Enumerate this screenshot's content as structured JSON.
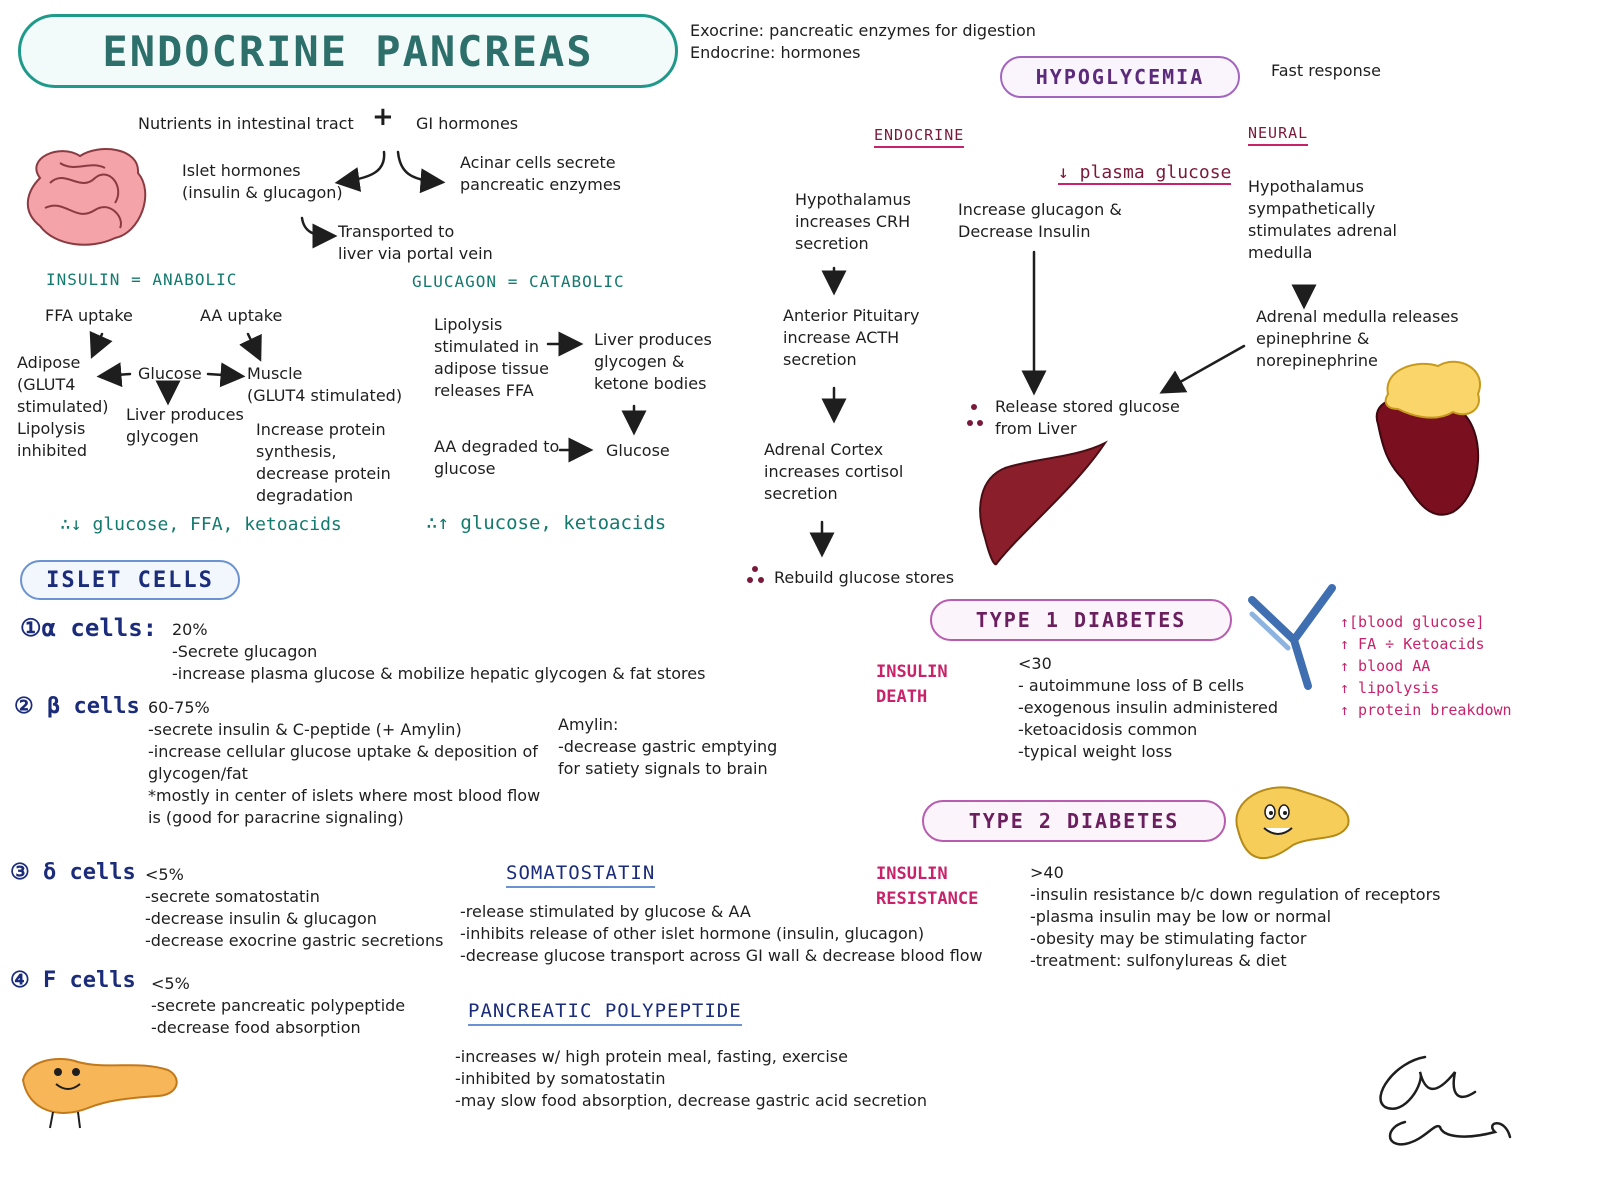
{
  "title": "ENDOCRINE PANCREAS",
  "intro": {
    "exocrine": "Exocrine: pancreatic enzymes for digestion",
    "endocrine": "Endocrine: hormones"
  },
  "flow": {
    "nutrients": "Nutrients in intestinal tract",
    "plus": "+",
    "gi_hormones": "GI hormones",
    "islet_hormones": "Islet hormones\n(insulin & glucagon)",
    "acinar": "Acinar cells secrete\npancreatic enzymes",
    "transported": "Transported to\nliver via portal vein"
  },
  "insulin": {
    "heading": "INSULIN = ANABOLIC",
    "ffa_uptake": "FFA uptake",
    "aa_uptake": "AA uptake",
    "adipose": "Adipose\n(GLUT4\nstimulated)\nLipolysis\ninhibited",
    "glucose": "Glucose",
    "muscle": "Muscle\n(GLUT4 stimulated)",
    "liver": "Liver produces\nglycogen",
    "protein": "Increase protein\nsynthesis,\ndecrease protein\ndegradation",
    "conclusion": "∴↓ glucose, FFA, ketoacids"
  },
  "glucagon": {
    "heading": "GLUCAGON = CATABOLIC",
    "lipolysis": "Lipolysis\nstimulated in\nadipose tissue\nreleases FFA",
    "liver": "Liver produces\nglycogen &\nketone bodies",
    "aa": "AA degraded to\nglucose",
    "glucose": "Glucose",
    "conclusion": "∴↑ glucose, ketoacids"
  },
  "islet": {
    "heading": "ISLET CELLS",
    "alpha": {
      "label": "①α cells:",
      "pct": "20%",
      "lines": "-Secrete glucagon\n-increase plasma glucose & mobilize hepatic glycogen & fat stores"
    },
    "beta": {
      "label": "② β cells",
      "pct": "60-75%",
      "lines": "-secrete insulin & C-peptide (+ Amylin)\n-increase cellular glucose uptake & deposition of\nglycogen/fat\n*mostly in center of islets where most blood flow\nis (good for paracrine signaling)"
    },
    "amylin": "Amylin:\n-decrease gastric emptying\nfor satiety signals to brain",
    "delta": {
      "label": "③ δ cells",
      "pct": "<5%",
      "lines": "-secrete somatostatin\n-decrease insulin & glucagon\n-decrease exocrine gastric secretions"
    },
    "f": {
      "label": "④ F cells",
      "pct": "<5%",
      "lines": "-secrete pancreatic polypeptide\n-decrease food absorption"
    }
  },
  "somatostatin": {
    "heading": "SOMATOSTATIN",
    "lines": "-release stimulated by glucose & AA\n-inhibits release of other islet hormone (insulin, glucagon)\n-decrease glucose transport across GI wall & decrease blood flow"
  },
  "polypeptide": {
    "heading": "PANCREATIC POLYPEPTIDE",
    "lines": "-increases w/ high protein meal, fasting, exercise\n-inhibited by somatostatin\n-may slow food absorption, decrease gastric acid secretion"
  },
  "hypo": {
    "heading": "HYPOGLYCEMIA",
    "fast": "Fast response",
    "endocrine": "ENDOCRINE",
    "neural": "NEURAL",
    "plasma": "↓ plasma glucose",
    "hypothalamus_crh": "Hypothalamus\nincreases CRH\nsecretion",
    "increase_glucagon": "Increase glucagon &\nDecrease Insulin",
    "hypothalamus_symp": "Hypothalamus\nsympathetically\nstimulates adrenal\nmedulla",
    "anterior": "Anterior Pituitary\nincrease ACTH\nsecretion",
    "adrenal_medulla": "Adrenal medulla releases\nepinephrine &\nnorepinephrine",
    "release": "Release stored glucose\nfrom Liver",
    "adrenal_cortex": "Adrenal Cortex\nincreases cortisol\nsecretion",
    "rebuild": "Rebuild glucose stores"
  },
  "type1": {
    "heading": "TYPE 1 DIABETES",
    "tag": "INSULIN\nDEATH",
    "lines": "<30\n- autoimmune loss of B cells\n-exogenous insulin administered\n-ketoacidosis common\n-typical weight loss",
    "effects": "↑[blood glucose]\n↑ FA ÷ Ketoacids\n↑ blood AA\n↑ lipolysis\n↑ protein breakdown"
  },
  "type2": {
    "heading": "TYPE 2 DIABETES",
    "tag": "INSULIN\nRESISTANCE",
    "lines": ">40\n-insulin resistance b/c down regulation of receptors\n-plasma insulin may be low or normal\n-obesity may be stimulating factor\n-treatment: sulfonylureas & diet"
  },
  "colors": {
    "teal": "#137a6e",
    "magenta": "#c8236a",
    "navy": "#1b2c7a",
    "purple": "#8b3a9f",
    "maroon": "#7a1a3a"
  }
}
